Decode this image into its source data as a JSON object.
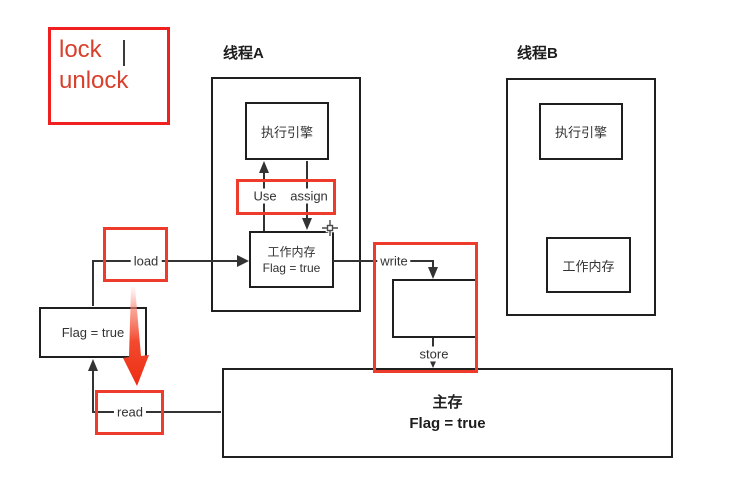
{
  "editor": {
    "lock_label": "lock",
    "unlock_label": "unlock"
  },
  "thread_a": {
    "title": "线程A",
    "engine_label": "执行引擎",
    "use_label": "Use",
    "assign_label": "assign",
    "working_memory_label": "工作内存",
    "working_memory_value": "Flag = true"
  },
  "thread_b": {
    "title": "线程B",
    "engine_label": "执行引擎",
    "working_memory_label": "工作内存"
  },
  "flow": {
    "load_label": "load",
    "read_label": "read",
    "write_label": "write",
    "store_label": "store",
    "flag_value": "Flag = true"
  },
  "main_memory": {
    "title": "主存",
    "value": "Flag = true"
  },
  "icons": {
    "mouse_cursor": "precision-crosshair-cursor",
    "text_caret": "text-caret"
  },
  "colors": {
    "annotation_red": "#ee3c2c",
    "highlight_border_red": "#f02020",
    "lock_text_red": "#d8402c",
    "line_dark": "#333333",
    "arrow_gradient_end": "#ee2d12"
  }
}
